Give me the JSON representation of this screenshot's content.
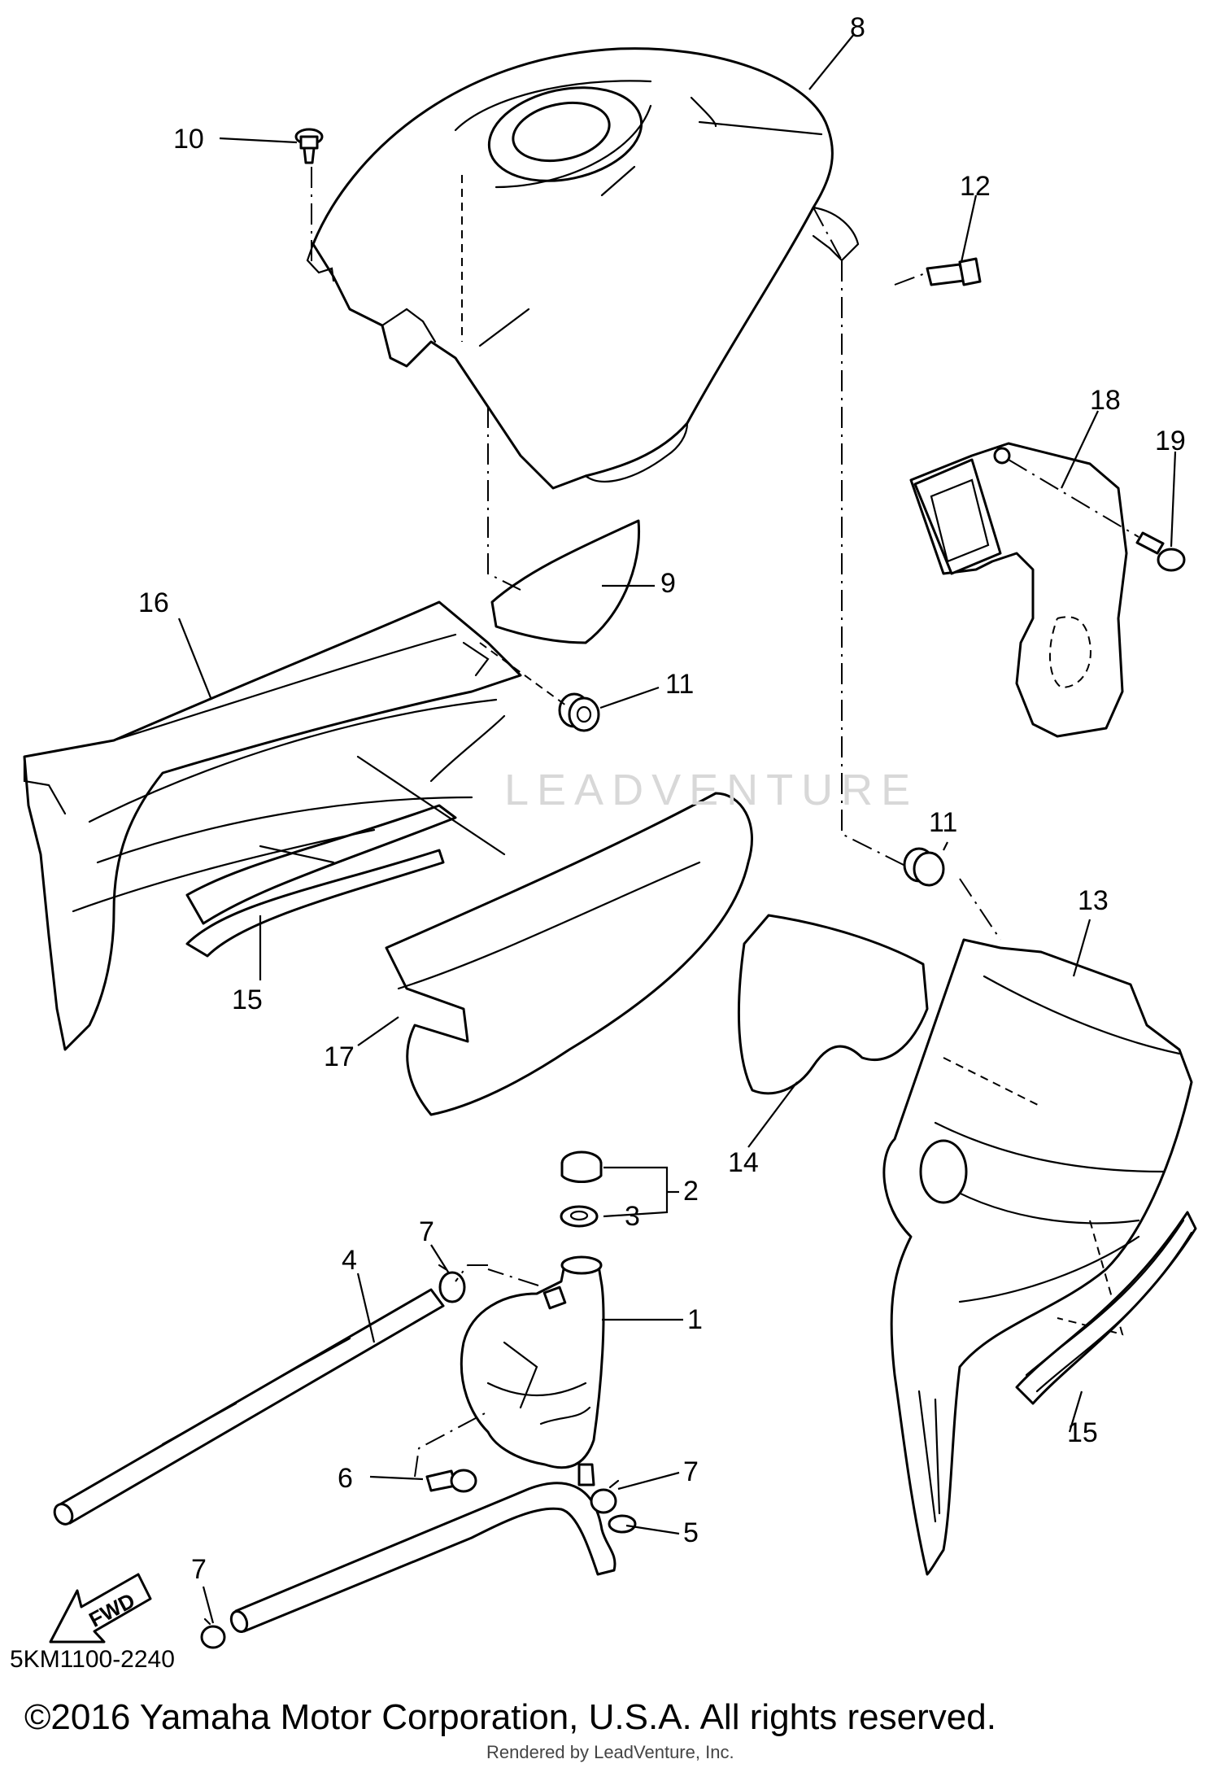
{
  "diagram": {
    "code": "5KM1100-2240",
    "copyright": "©2016 Yamaha Motor Corporation, U.S.A. All rights reserved.",
    "rendered_by": "Rendered by LeadVenture, Inc.",
    "watermark": "LEADVENTURE",
    "fwd_label": "FWD",
    "callouts": {
      "c1": "1",
      "c2": "2",
      "c3": "3",
      "c4": "4",
      "c5": "5",
      "c6": "6",
      "c7a": "7",
      "c7b": "7",
      "c7c": "7",
      "c8": "8",
      "c9": "9",
      "c10": "10",
      "c11a": "11",
      "c11b": "11",
      "c12": "12",
      "c13": "13",
      "c14": "14",
      "c15a": "15",
      "c15b": "15",
      "c16": "16",
      "c17": "17",
      "c18": "18",
      "c19": "19"
    }
  }
}
